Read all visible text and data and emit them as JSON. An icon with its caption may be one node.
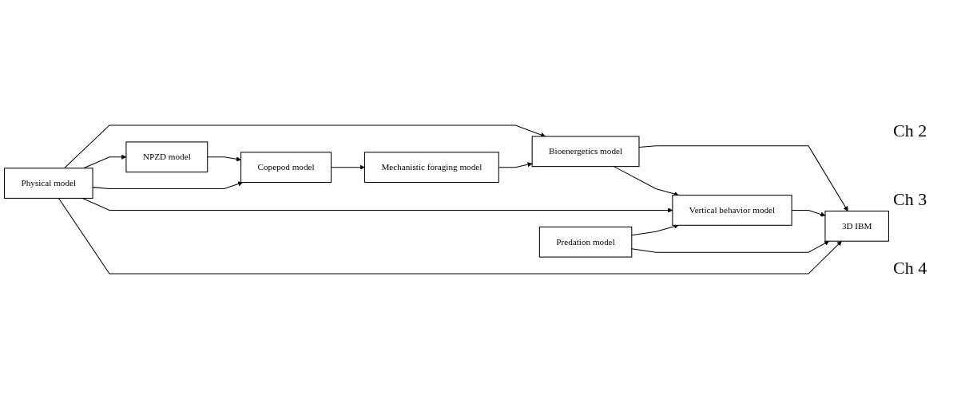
{
  "diagram": {
    "nodes": [
      {
        "text": [
          "Mechanistic foraging model"
        ]
      },
      {
        "text": [
          "Bioenergetics model"
        ]
      },
      {
        "text": [
          "Vertical behavior model"
        ]
      },
      {
        "text": [
          "Predation model"
        ]
      },
      {
        "text": [
          "Physical model"
        ]
      },
      {
        "text": [
          "NPZD model"
        ]
      },
      {
        "text": [
          "Copepod model"
        ]
      },
      {
        "text": [
          "3D IBM"
        ]
      }
    ],
    "edges": [
      {
        "from": 4,
        "to": 1,
        "arrow": "to"
      },
      {
        "from": 0,
        "to": 1,
        "arrow": "to"
      },
      {
        "from": 1,
        "to": 2,
        "arrow": "to"
      },
      {
        "from": 1,
        "to": 7,
        "arrow": "to"
      },
      {
        "from": 4,
        "to": 2,
        "arrow": "to"
      },
      {
        "from": 3,
        "to": 2,
        "arrow": "to"
      },
      {
        "from": 6,
        "to": 0,
        "arrow": "to"
      },
      {
        "from": 2,
        "to": 7,
        "arrow": "to"
      },
      {
        "from": 3,
        "to": 7,
        "arrow": "to"
      },
      {
        "from": 4,
        "to": 5,
        "arrow": "to"
      },
      {
        "from": 5,
        "to": 6,
        "arrow": "to"
      },
      {
        "from": 4,
        "to": 6,
        "arrow": "to"
      },
      {
        "from": 4,
        "to": 7,
        "arrow": "to"
      }
    ],
    "labels": [
      "Ch 2",
      "Ch 3",
      "Ch 4"
    ]
  }
}
